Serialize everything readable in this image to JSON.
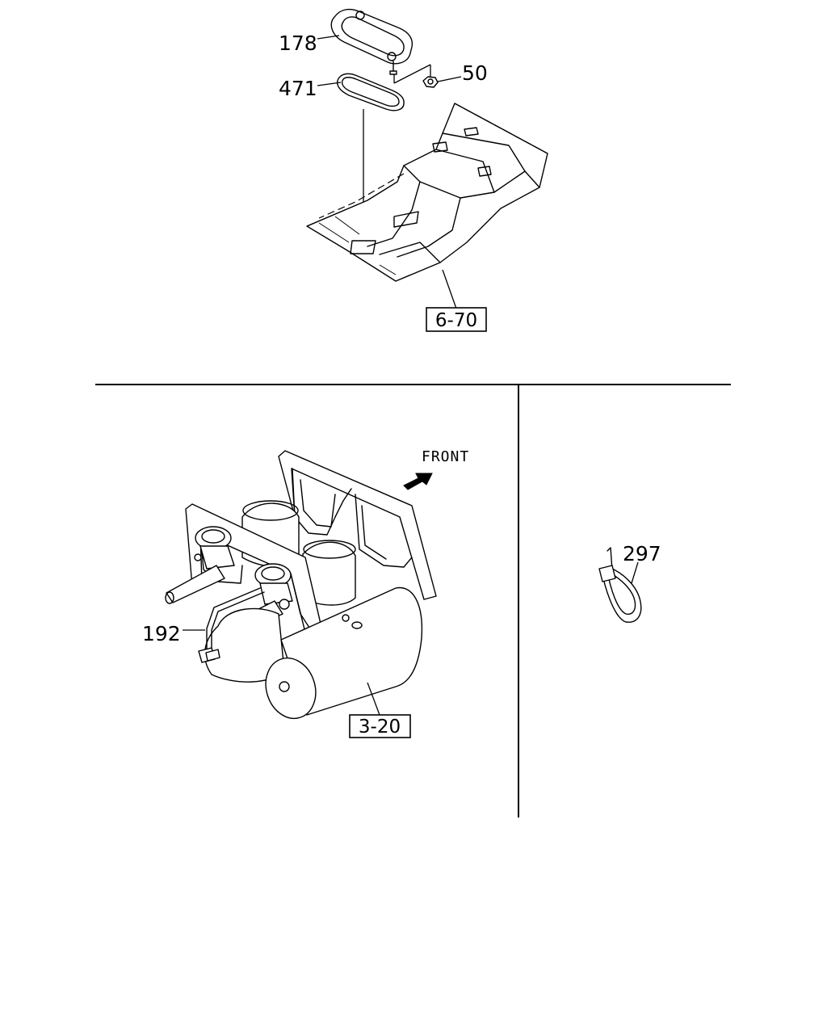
{
  "callouts": {
    "c178": "178",
    "c471": "471",
    "c50": "50",
    "c192": "192",
    "c297": "297"
  },
  "references": {
    "r670": "6-70",
    "r320": "3-20"
  },
  "direction": {
    "front": "FRONT"
  }
}
